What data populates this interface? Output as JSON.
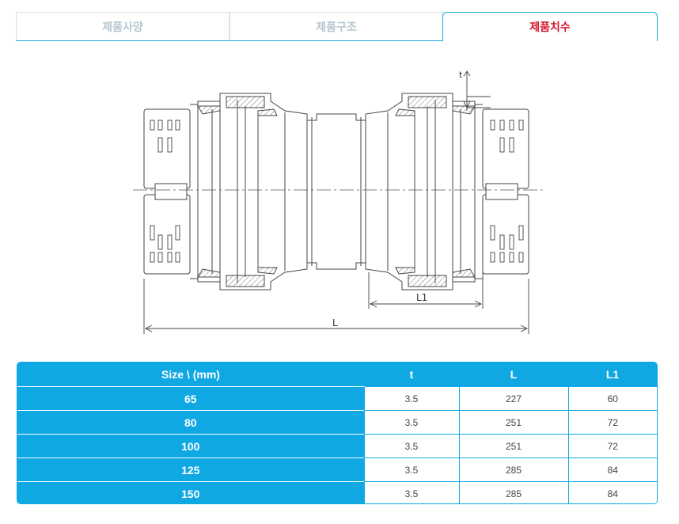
{
  "tabs": [
    {
      "label": "제품사양",
      "active": false
    },
    {
      "label": "제품구조",
      "active": false
    },
    {
      "label": "제품치수",
      "active": true
    }
  ],
  "diagram": {
    "labels": {
      "t": "t",
      "L1": "L1",
      "L": "L"
    }
  },
  "table": {
    "headers": [
      "Size \\ (mm)",
      "t",
      "L",
      "L1"
    ],
    "rows": [
      {
        "size": "65",
        "t": "3.5",
        "L": "227",
        "L1": "60"
      },
      {
        "size": "80",
        "t": "3.5",
        "L": "251",
        "L1": "72"
      },
      {
        "size": "100",
        "t": "3.5",
        "L": "251",
        "L1": "72"
      },
      {
        "size": "125",
        "t": "3.5",
        "L": "285",
        "L1": "84"
      },
      {
        "size": "150",
        "t": "3.5",
        "L": "285",
        "L1": "84"
      }
    ]
  },
  "colors": {
    "accent": "#0fa8e3",
    "active_tab_text": "#d6142a",
    "inactive_tab_text": "#b5c6d0"
  }
}
